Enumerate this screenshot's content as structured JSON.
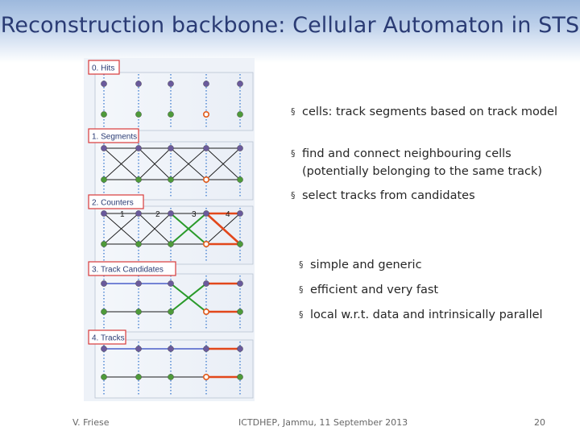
{
  "title": "Reconstruction backbone: Cellular Automaton in STS",
  "figure": {
    "panels": [
      {
        "label": "0. Hits"
      },
      {
        "label": "1. Segments"
      },
      {
        "label": "2. Counters",
        "counters": [
          "1",
          "2",
          "3",
          "4"
        ]
      },
      {
        "label": "3. Track Candidates"
      },
      {
        "label": "4. Tracks"
      }
    ],
    "colors": {
      "hit_green": "#4e9a3a",
      "hit_purple": "#6a5a9c",
      "hit_orange_ring": "#e05a1a",
      "segment_black": "#1a1a1a",
      "track_green": "#2a9a2a",
      "track_red": "#e2471b",
      "track_blue": "#2a40c0",
      "station_dots": "#5a8fd6",
      "label_border": "#d83a3a"
    }
  },
  "bullets_main": [
    "cells: track segments based on track model",
    "find and connect neighbouring cells (potentially belonging to the same track)",
    "select tracks from candidates"
  ],
  "bullets_props": [
    "simple and generic",
    "efficient and very fast",
    "local w.r.t. data and intrinsically parallel"
  ],
  "bullet_mark": "§",
  "footer": {
    "author": "V. Friese",
    "event": "ICTDHEP, Jammu, 11 September 2013",
    "page": "20"
  }
}
